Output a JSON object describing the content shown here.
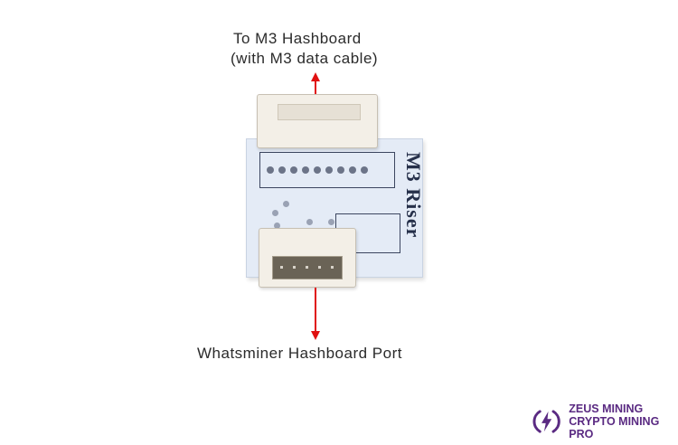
{
  "annotations": {
    "top_line1": "To M3 Hashboard",
    "top_line2": "(with M3 data cable)",
    "bottom": "Whatsminer Hashboard Port"
  },
  "board": {
    "silkscreen_text": "M3 Riser"
  },
  "logo": {
    "line1": "ZEUS MINING",
    "line2": "CRYPTO MINING PRO",
    "icon": "lightning-bolt-icon",
    "color": "#5a2a82"
  },
  "colors": {
    "arrow": "#e01010",
    "board": "#e4ebf6"
  }
}
